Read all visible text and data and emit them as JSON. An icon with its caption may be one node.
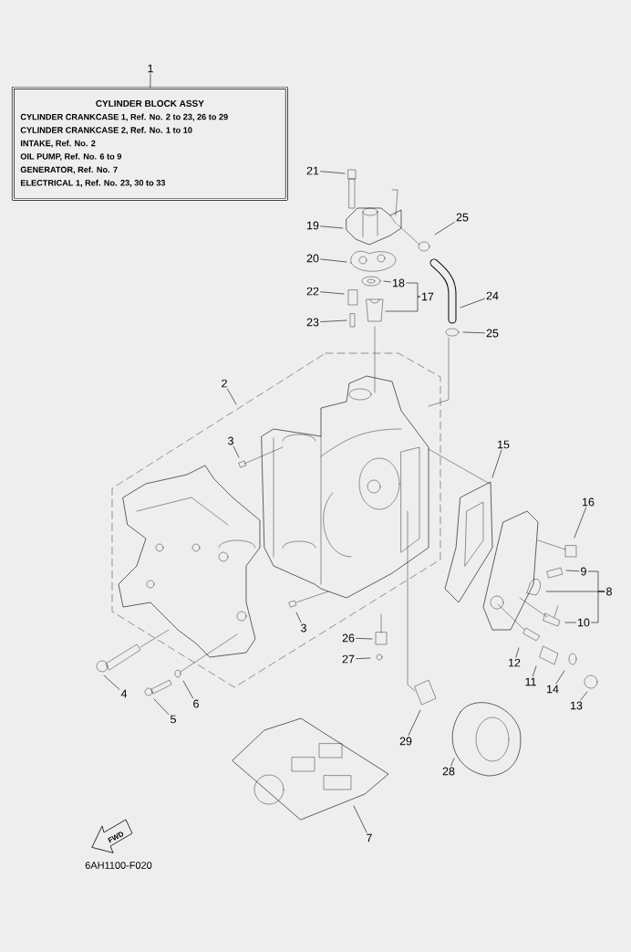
{
  "diagram": {
    "nodes": [
      {
        "text": [
          "1"
        ]
      },
      {
        "text": [
          "CYLINDER BLOCK ASSY",
          "CYLINDER CRANKCASE 1, Ref. No. 2 to 23, 26 to 29",
          "CYLINDER CRANKCASE 2, Ref. No. 1 to 10",
          "INTAKE, Ref. No. 2",
          "OIL PUMP, Ref. No. 6 to 9",
          "GENERATOR, Ref. No. 7",
          "ELECTRICAL 1, Ref. No. 23, 30 to 33"
        ]
      },
      {
        "text": [
          "21"
        ]
      },
      {
        "text": [
          "19"
        ]
      },
      {
        "text": [
          "25"
        ]
      },
      {
        "text": [
          "20"
        ]
      },
      {
        "text": [
          "18"
        ]
      },
      {
        "text": [
          "17"
        ]
      },
      {
        "text": [
          "22"
        ]
      },
      {
        "text": [
          "24"
        ]
      },
      {
        "text": [
          "23"
        ]
      },
      {
        "text": [
          "25"
        ]
      },
      {
        "text": [
          "2"
        ]
      },
      {
        "text": [
          "3"
        ]
      },
      {
        "text": [
          "15"
        ]
      },
      {
        "text": [
          "16"
        ]
      },
      {
        "text": [
          "9"
        ]
      },
      {
        "text": [
          "8"
        ]
      },
      {
        "text": [
          "10"
        ]
      },
      {
        "text": [
          "3"
        ]
      },
      {
        "text": [
          "26"
        ]
      },
      {
        "text": [
          "27"
        ]
      },
      {
        "text": [
          "12"
        ]
      },
      {
        "text": [
          "11"
        ]
      },
      {
        "text": [
          "14"
        ]
      },
      {
        "text": [
          "4"
        ]
      },
      {
        "text": [
          "13"
        ]
      },
      {
        "text": [
          "6"
        ]
      },
      {
        "text": [
          "5"
        ]
      },
      {
        "text": [
          "29"
        ]
      },
      {
        "text": [
          "28"
        ]
      },
      {
        "text": [
          "7"
        ]
      }
    ],
    "edges": [
      {
        "from": 0,
        "to": 1,
        "arrow": "none"
      },
      {
        "from": 2,
        "to": null,
        "arrow": "none"
      },
      {
        "from": 3,
        "to": null,
        "arrow": "none"
      },
      {
        "from": 4,
        "to": null,
        "arrow": "none"
      },
      {
        "from": 5,
        "to": null,
        "arrow": "none"
      },
      {
        "from": 6,
        "to": null,
        "arrow": "none"
      },
      {
        "from": 7,
        "to": 6,
        "arrow": "none"
      },
      {
        "from": 7,
        "to": null,
        "arrow": "none"
      },
      {
        "from": 8,
        "to": null,
        "arrow": "none"
      },
      {
        "from": 9,
        "to": null,
        "arrow": "none"
      },
      {
        "from": 10,
        "to": null,
        "arrow": "none"
      },
      {
        "from": 11,
        "to": null,
        "arrow": "none"
      },
      {
        "from": 12,
        "to": null,
        "arrow": "none"
      },
      {
        "from": 13,
        "to": null,
        "arrow": "none"
      },
      {
        "from": 14,
        "to": null,
        "arrow": "none"
      },
      {
        "from": 15,
        "to": null,
        "arrow": "none"
      },
      {
        "from": 16,
        "to": null,
        "arrow": "none"
      },
      {
        "from": 17,
        "to": 16,
        "arrow": "none"
      },
      {
        "from": 17,
        "to": null,
        "arrow": "none"
      },
      {
        "from": 17,
        "to": 18,
        "arrow": "none"
      },
      {
        "from": 18,
        "to": null,
        "arrow": "none"
      },
      {
        "from": 19,
        "to": null,
        "arrow": "none"
      },
      {
        "from": 20,
        "to": null,
        "arrow": "none"
      },
      {
        "from": 21,
        "to": null,
        "arrow": "none"
      },
      {
        "from": 22,
        "to": null,
        "arrow": "none"
      },
      {
        "from": 23,
        "to": null,
        "arrow": "none"
      },
      {
        "from": 24,
        "to": null,
        "arrow": "none"
      },
      {
        "from": 25,
        "to": null,
        "arrow": "none"
      },
      {
        "from": 26,
        "to": null,
        "arrow": "none"
      },
      {
        "from": 27,
        "to": null,
        "arrow": "none"
      },
      {
        "from": 28,
        "to": null,
        "arrow": "none"
      },
      {
        "from": 29,
        "to": null,
        "arrow": "none"
      },
      {
        "from": 30,
        "to": null,
        "arrow": "none"
      },
      {
        "from": 31,
        "to": null,
        "arrow": "none"
      }
    ],
    "labels": [
      "FWD",
      "6AH1100-F020"
    ]
  }
}
